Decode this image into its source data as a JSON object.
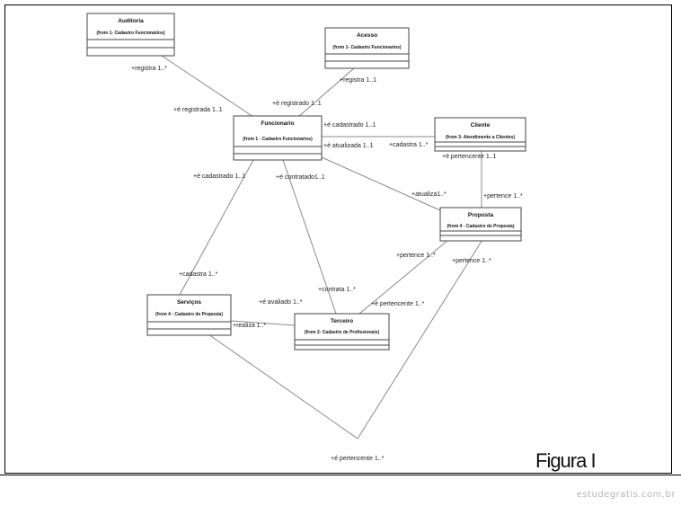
{
  "figure_label": "Figura I",
  "watermark": "estudegratis.com.br",
  "classes": [
    {
      "id": "auditoria",
      "name": "Auditoria",
      "stereotype": "(from 1- Cadastro Funcionários)"
    },
    {
      "id": "acesso",
      "name": "Acesso",
      "stereotype": "(from 1- Cadastro Funcionarios)"
    },
    {
      "id": "funcionario",
      "name": "Funcionario",
      "stereotype": "(from 1 - Cadastro Funcionarios)"
    },
    {
      "id": "cliente",
      "name": "Cliente",
      "stereotype": "(from 3- Atendimento a Clientes)"
    },
    {
      "id": "proposta",
      "name": "Proposta",
      "stereotype": "(from 4 - Cadastro de Proposta)"
    },
    {
      "id": "servicos",
      "name": "Serviços",
      "stereotype": "(from 4 - Cadastro de Proposta)"
    },
    {
      "id": "terceiro",
      "name": "Terceiro",
      "stereotype": "(from 2- Cadastro de Profissionais)"
    }
  ],
  "roles": [
    "+registra 1..*",
    "+é registrada 1..1",
    "+registra 1..1",
    "+é registrado 1..1",
    "+é cadastrado 1..1",
    "+é atualizada 1..1",
    "+cadastra 1..*",
    "+é pertencente 1..1",
    "+atualiza1..*",
    "+pertence 1..*",
    "+é cadastrado 1..1",
    "+é contratado1..1",
    "+cadastra 1..*",
    "+contrata 1..*",
    "+pertence 1..*",
    "+pertence 1..*",
    "+é pertencente 1..*",
    "+é avaliado 1..*",
    "+realiza 1..*",
    "+é pertencente 1..*"
  ]
}
